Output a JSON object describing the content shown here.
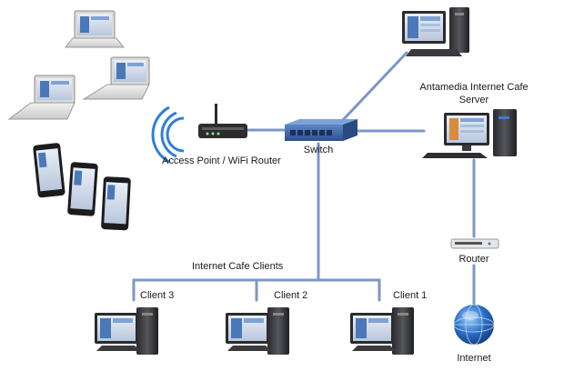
{
  "labels": {
    "access_point": "Access Point / WiFi Router",
    "switch": "Switch",
    "server_line1": "Antamedia Internet Cafe",
    "server_line2": "Server",
    "router": "Router",
    "internet": "Internet",
    "clients_group": "Internet Cafe Clients",
    "client3": "Client 3",
    "client2": "Client 2",
    "client1": "Client 1"
  },
  "colors": {
    "link_line": "#7b97c8",
    "wifi_arcs": "#2f80d8",
    "switch_body": "#3d6aa8",
    "globe": "#2a6ec4"
  },
  "icons": {
    "laptops": [
      "laptop-icon",
      "laptop-icon",
      "laptop-icon",
      "laptop-icon"
    ],
    "tablets": [
      "tablet-icon",
      "tablet-icon",
      "tablet-icon",
      "tablet-icon"
    ],
    "devices": [
      "desktop-computer-icon",
      "wifi-router-icon",
      "network-switch-icon",
      "server-computer-icon",
      "router-icon",
      "globe-icon"
    ]
  }
}
